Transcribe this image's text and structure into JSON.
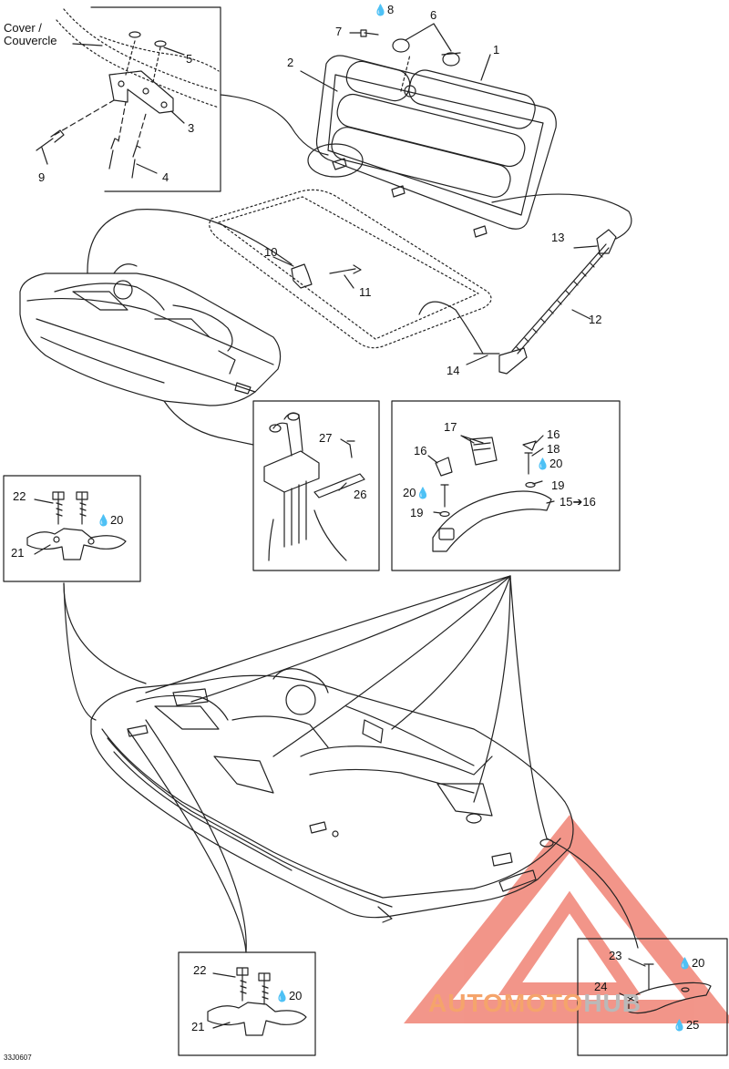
{
  "cover_label": "Cover /\nCouvercle",
  "drawing_code": "33J0607",
  "watermark": {
    "part1": "AUTOMOTO",
    "part2": "HUB",
    "color": "#e8402a"
  },
  "drop_symbol": "💧",
  "callouts": {
    "c1": "1",
    "c2": "2",
    "c3": "3",
    "c4": "4",
    "c5": "5",
    "c6": "6",
    "c7": "7",
    "c8": "8",
    "c9": "9",
    "c10": "10",
    "c11": "11",
    "c12": "12",
    "c13": "13",
    "c14": "14",
    "c15": "15➔16",
    "c16a": "16",
    "c16b": "16",
    "c17": "17",
    "c18": "18",
    "c19a": "19",
    "c19b": "19",
    "c20a": "20",
    "c20b": "20",
    "c20c": "20",
    "c20d": "20",
    "c20e": "20",
    "c21a": "21",
    "c21b": "21",
    "c22a": "22",
    "c22b": "22",
    "c23": "23",
    "c24": "24",
    "c25": "25",
    "c26": "26",
    "c27": "27"
  }
}
